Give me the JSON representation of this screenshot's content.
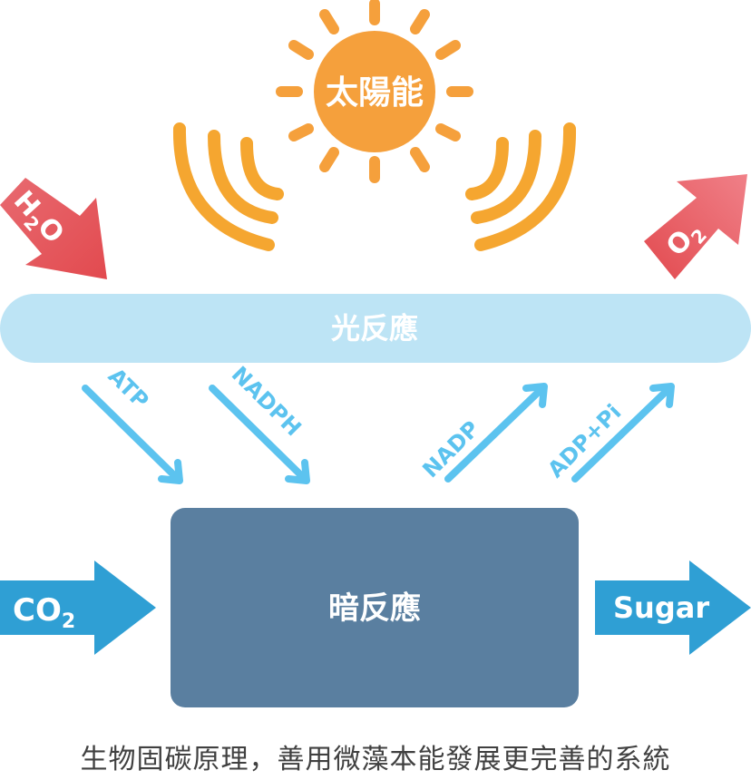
{
  "sun": {
    "label": "太陽能",
    "color": "#f5a03c",
    "ray_color": "#f5a03c"
  },
  "light_reaction": {
    "label": "光反應",
    "color": "#bde4f5"
  },
  "dark_reaction": {
    "label": "暗反應",
    "color": "#5a7fa0"
  },
  "inputs": {
    "water": {
      "label_main": "H",
      "label_sub": "2",
      "label_tail": "O",
      "color": "#e6616a"
    },
    "co2": {
      "label_main": "CO",
      "label_sub": "2",
      "color": "#2f9fd4"
    }
  },
  "outputs": {
    "oxygen": {
      "label_main": "O",
      "label_sub": "2",
      "color": "#e6616a"
    },
    "sugar": {
      "label": "Sugar",
      "color": "#2f9fd4"
    }
  },
  "energy_flows": [
    {
      "label": "ATP",
      "direction": "down"
    },
    {
      "label": "NADPH",
      "direction": "down"
    },
    {
      "label": "NADP",
      "direction": "up"
    },
    {
      "label": "ADP+Pi",
      "direction": "up"
    }
  ],
  "flow_color": "#5cc3ef",
  "caption": "生物固碳原理，善用微藻本能發展更完善的系統"
}
